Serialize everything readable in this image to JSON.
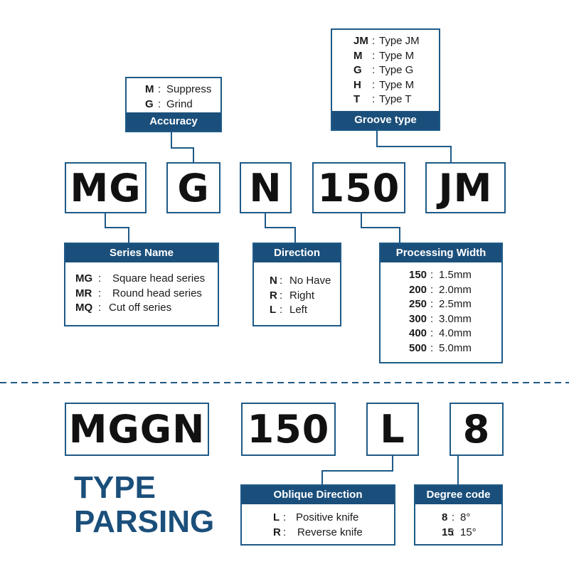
{
  "colors": {
    "accent": "#1b4f7b",
    "border": "#1e5a88",
    "text": "#111111"
  },
  "top_codes": [
    "MG",
    "G",
    "N",
    "150",
    "JM"
  ],
  "bottom_codes": [
    "MGGN",
    "150",
    "L",
    "8"
  ],
  "accuracy": {
    "title": "Accuracy",
    "items": [
      {
        "k": "M",
        "sep": ":",
        "v": "Suppress"
      },
      {
        "k": "G",
        "sep": ":",
        "v": "Grind"
      }
    ]
  },
  "groove": {
    "title": "Groove type",
    "items": [
      {
        "k": "JM",
        "sep": ":",
        "v": "Type JM"
      },
      {
        "k": "M",
        "sep": ":",
        "v": "Type M"
      },
      {
        "k": "G",
        "sep": ":",
        "v": "Type G"
      },
      {
        "k": "H",
        "sep": ":",
        "v": "Type M"
      },
      {
        "k": "T",
        "sep": ":",
        "v": "Type T"
      }
    ]
  },
  "series": {
    "title": "Series Name",
    "items": [
      {
        "k": "MG",
        "sep": ":",
        "v": "Square head series"
      },
      {
        "k": "MR",
        "sep": ":",
        "v": "Round head series"
      },
      {
        "k": "MQ",
        "sep": ":",
        "v": "Cut off series"
      }
    ]
  },
  "direction": {
    "title": "Direction",
    "items": [
      {
        "k": "N",
        "sep": ":",
        "v": "No Have"
      },
      {
        "k": "R",
        "sep": ":",
        "v": "Right"
      },
      {
        "k": "L",
        "sep": ":",
        "v": "Left"
      }
    ]
  },
  "width": {
    "title": "Processing Width",
    "items": [
      {
        "k": "150",
        "sep": ":",
        "v": "1.5mm"
      },
      {
        "k": "200",
        "sep": ":",
        "v": "2.0mm"
      },
      {
        "k": "250",
        "sep": ":",
        "v": "2.5mm"
      },
      {
        "k": "300",
        "sep": ":",
        "v": "3.0mm"
      },
      {
        "k": "400",
        "sep": ":",
        "v": "4.0mm"
      },
      {
        "k": "500",
        "sep": ":",
        "v": "5.0mm"
      }
    ]
  },
  "oblique": {
    "title": "Oblique Direction",
    "items": [
      {
        "k": "L",
        "sep": ":",
        "v": "Positive knife"
      },
      {
        "k": "R",
        "sep": ":",
        "v": "Reverse knife"
      }
    ]
  },
  "degree": {
    "title": "Degree code",
    "items": [
      {
        "k": "8",
        "sep": ":",
        "v": "8°"
      },
      {
        "k": "15",
        "sep": ":",
        "v": "15°"
      }
    ]
  },
  "type_parsing": {
    "line1": "TYPE",
    "line2": "PARSING"
  }
}
